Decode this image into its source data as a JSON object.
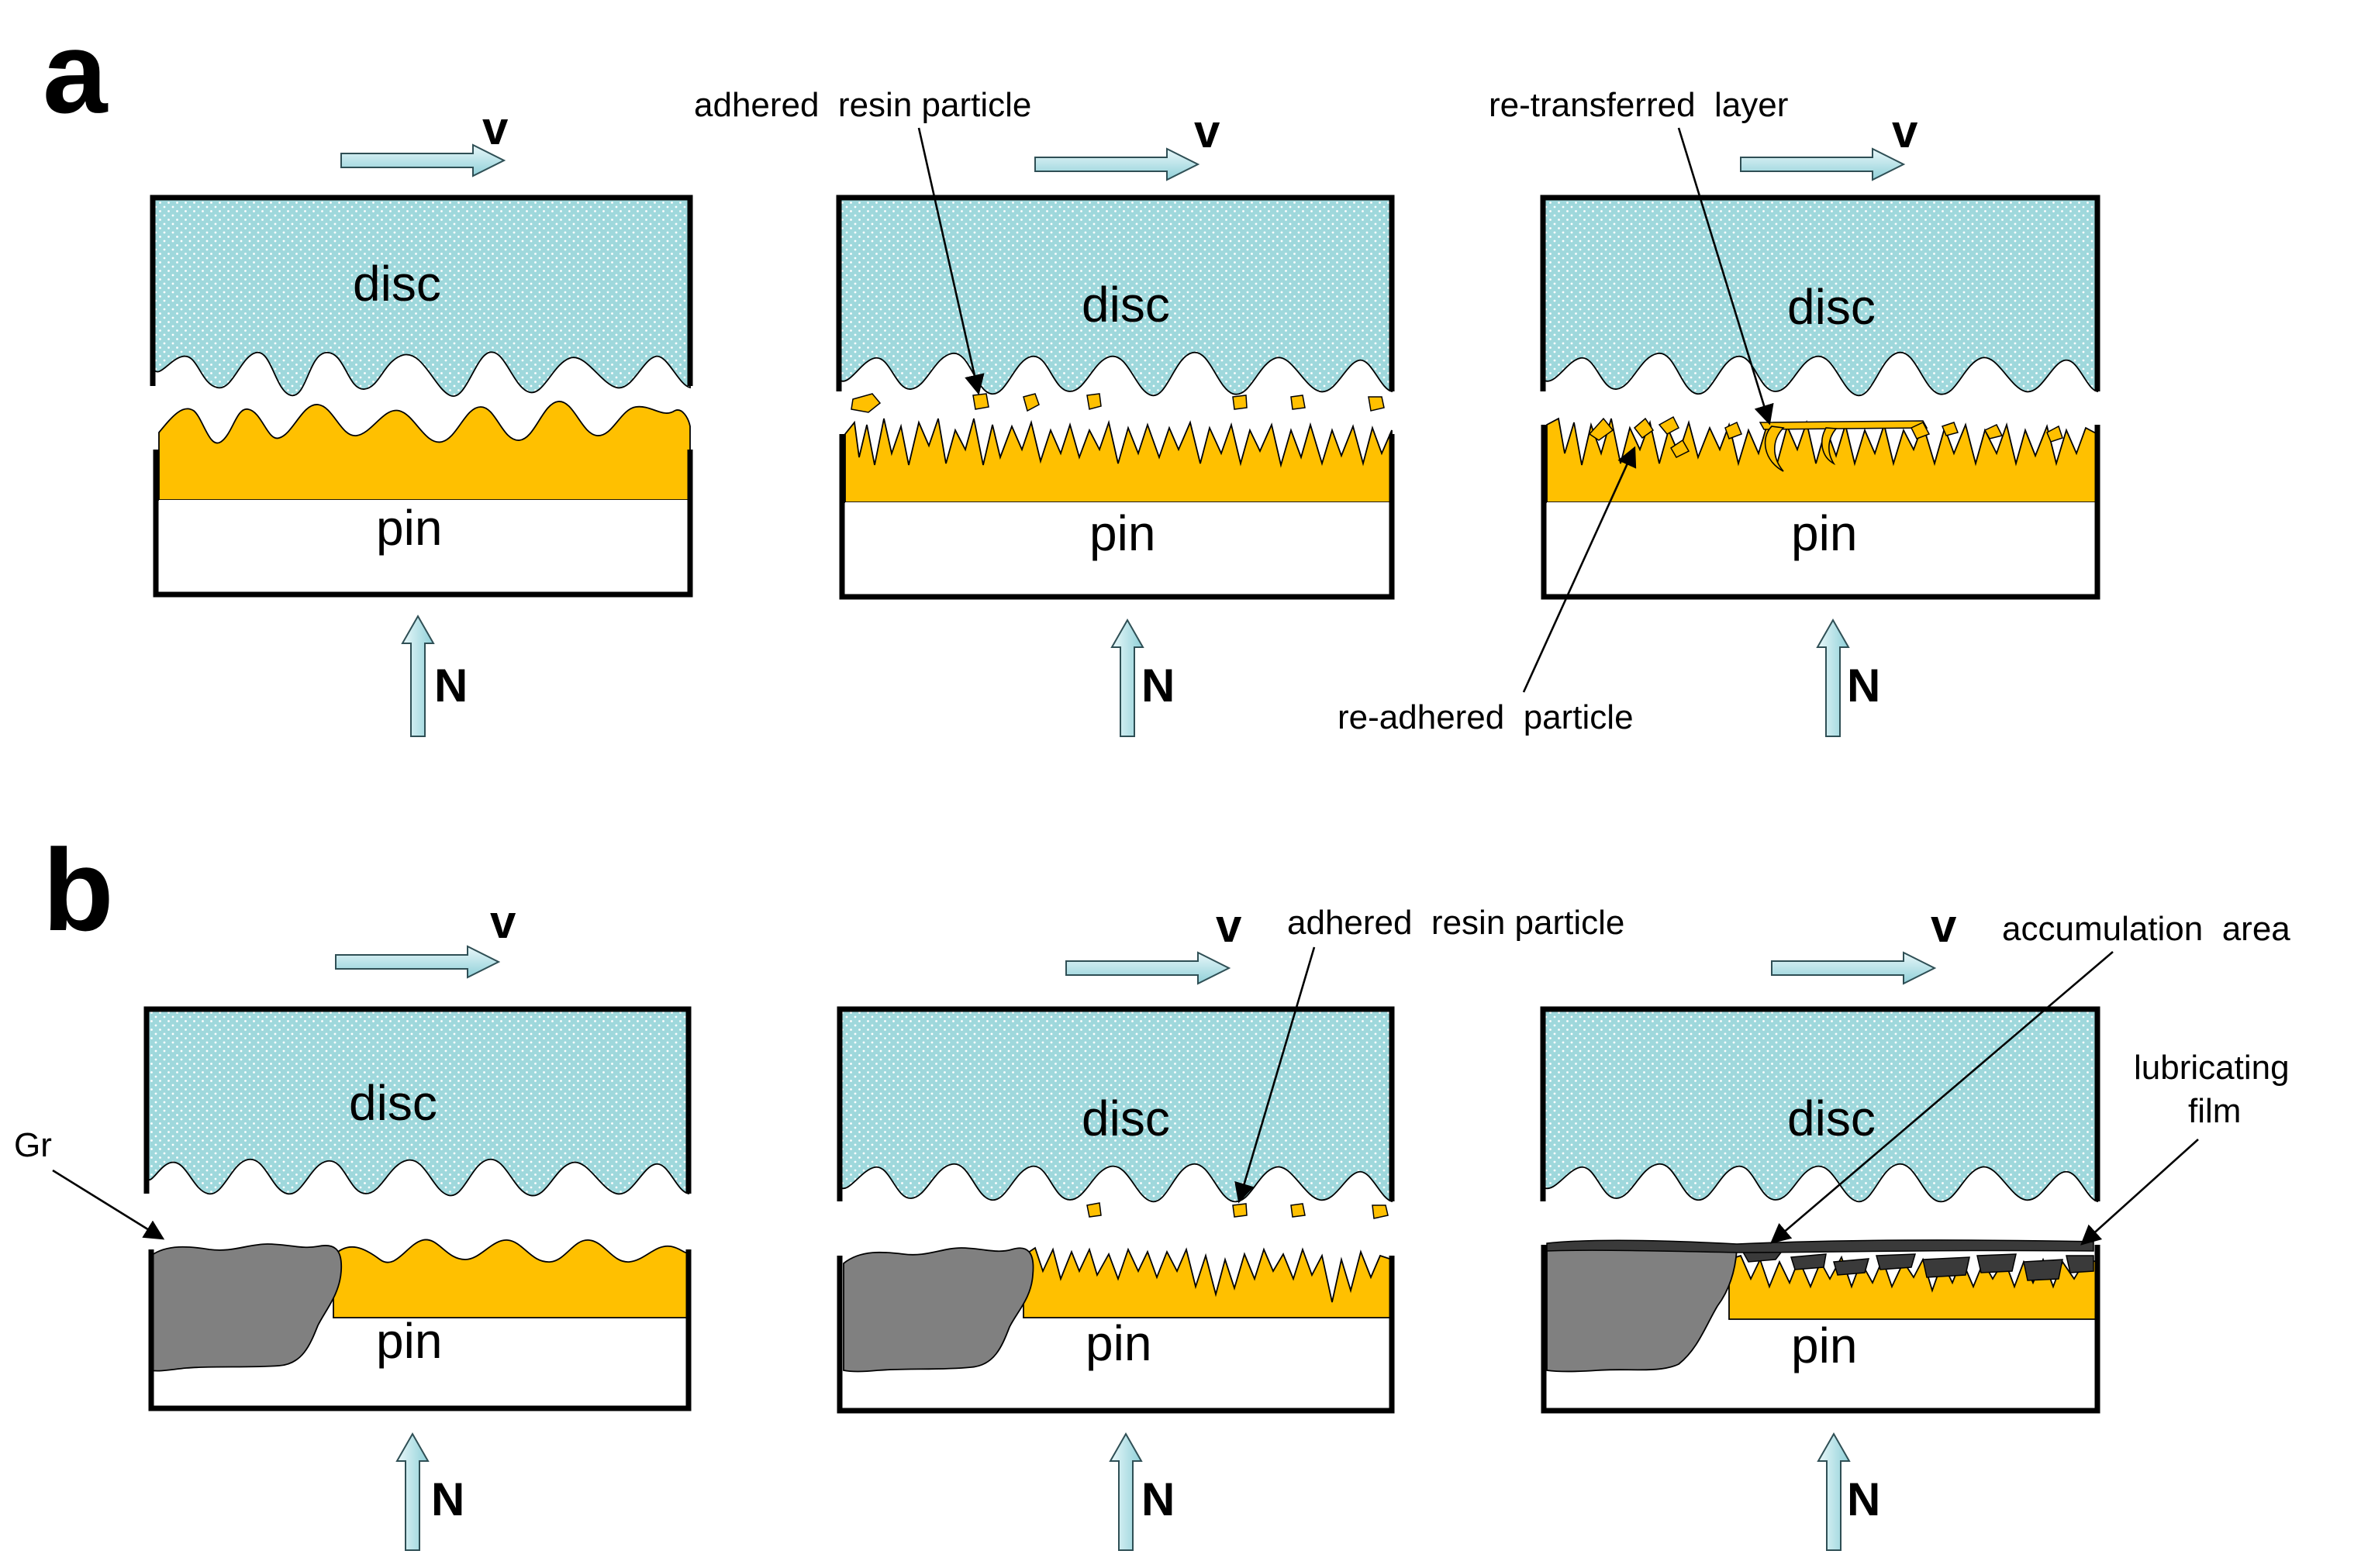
{
  "panels": [
    {
      "letter": "a",
      "states": [
        {
          "disc_label": "disc",
          "pin_label": "pin",
          "velocity_label": "v",
          "normal_label": "N"
        },
        {
          "disc_label": "disc",
          "pin_label": "pin",
          "velocity_label": "v",
          "normal_label": "N",
          "annotation": "adhered  resin particle"
        },
        {
          "disc_label": "disc",
          "pin_label": "pin",
          "velocity_label": "v",
          "normal_label": "N",
          "annotation_top": "re-transferred  layer",
          "annotation_bottom": "re-adhered  particle"
        }
      ]
    },
    {
      "letter": "b",
      "states": [
        {
          "disc_label": "disc",
          "pin_label": "pin",
          "velocity_label": "v",
          "normal_label": "N",
          "annotation": "Gr"
        },
        {
          "disc_label": "disc",
          "pin_label": "pin",
          "velocity_label": "v",
          "normal_label": "N",
          "annotation": "adhered  resin particle"
        },
        {
          "disc_label": "disc",
          "pin_label": "pin",
          "velocity_label": "v",
          "normal_label": "N",
          "annotation_top": "accumulation  area",
          "annotation_side_line1": "lubricating",
          "annotation_side_line2": "film"
        }
      ]
    }
  ],
  "colors": {
    "disc_fill": "#9FD8DC",
    "disc_dots": "#ffffff",
    "resin": "#FFC000",
    "graphite": "#808080",
    "arrow_fill": "#ffffff",
    "arrow_stroke": "#2f4f55"
  }
}
